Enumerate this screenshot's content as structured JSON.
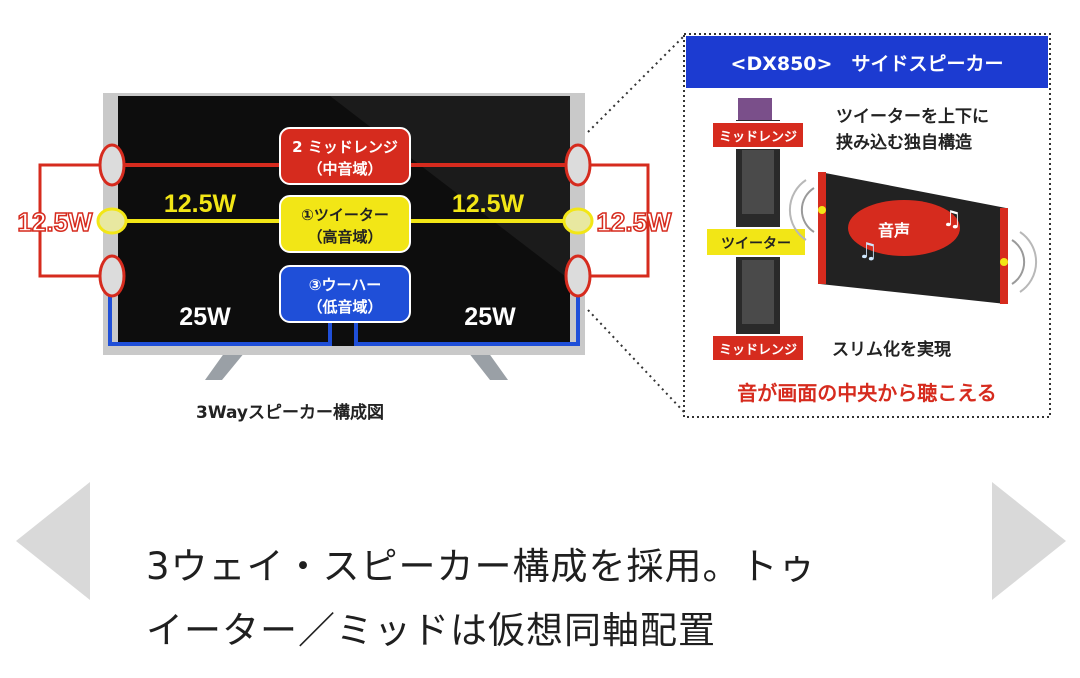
{
  "figure": {
    "left_panel": {
      "labels": {
        "mid_title": "2 ミッドレンジ",
        "mid_sub": "（中音域）",
        "tweeter_title": "①ツイーター",
        "tweeter_sub": "（高音域）",
        "woofer_title": "③ウーハー",
        "woofer_sub": "（低音域）"
      },
      "watts": {
        "left_outer": "12.5W",
        "right_outer": "12.5W",
        "inner_left_top": "12.5W",
        "inner_right_top": "12.5W",
        "inner_left_bottom": "25W",
        "inner_right_bottom": "25W"
      },
      "caption": "3Wayスピーカー構成図"
    },
    "right_panel": {
      "header": "<DX850>　サイドスピーカー",
      "midrange_top": "ミッドレンジ",
      "tweeter": "ツイーター",
      "midrange_bottom": "ミッドレンジ",
      "note_line1": "ツイーターを上下に",
      "note_line2": "挟み込む独自構造",
      "sound_label": "音声",
      "slim_label": "スリム化を実現",
      "bottom_banner": "音が画面の中央から聴こえる"
    },
    "colors": {
      "red": "#d62b1e",
      "yellow": "#f2e616",
      "blue": "#1f4fd8",
      "header_blue": "#1c3bd1"
    }
  },
  "navigation": {
    "prev_icon": "left-triangle-arrow",
    "next_icon": "right-triangle-arrow"
  },
  "caption": {
    "line1": "3ウェイ・スピーカー構成を採用。トゥ",
    "line2": "イーター／ミッドは仮想同軸配置"
  }
}
